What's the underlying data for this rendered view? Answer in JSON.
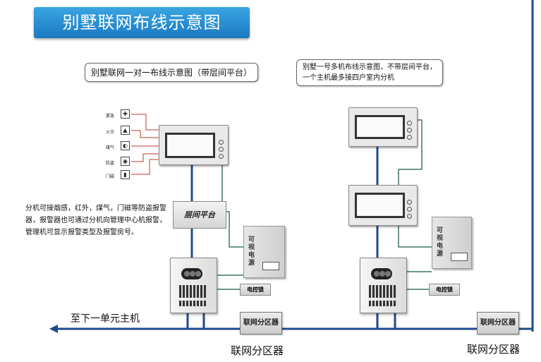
{
  "title": "别墅联网布线示意图",
  "left": {
    "caption": "别墅联网一对一布线示意图（带层间平台）",
    "sensors": [
      "紧急",
      "火灾",
      "煤气",
      "防盗",
      "门磁"
    ],
    "floor_platform": "层间平台",
    "power_label": "可视电源",
    "lock_label": "电控锁",
    "distributor_label": "联网分区器",
    "note_lines": [
      "分机可接烟感，红外，煤气，门磁等防盗报警",
      "器，报警器也可通过分机向管理中心机报警，",
      "管理机可显示报警类型及报警房号。"
    ]
  },
  "right": {
    "caption_line1": "别墅一号多机布线示意图，不带层间平台，",
    "caption_line2": "一个主机最多接四户室内分机",
    "power_label": "可视电源",
    "lock_label": "电控锁",
    "distributor_label": "联网分区器"
  },
  "next_unit_label": "至下一单元主机",
  "bottom_labels": [
    "联网分区器",
    "联网分区器"
  ],
  "colors": {
    "banner": "#1b79c2",
    "wire_main": "#1f4a8a",
    "wire_signal": "#3d7a5a",
    "wire_alarm": "#c0392b"
  }
}
